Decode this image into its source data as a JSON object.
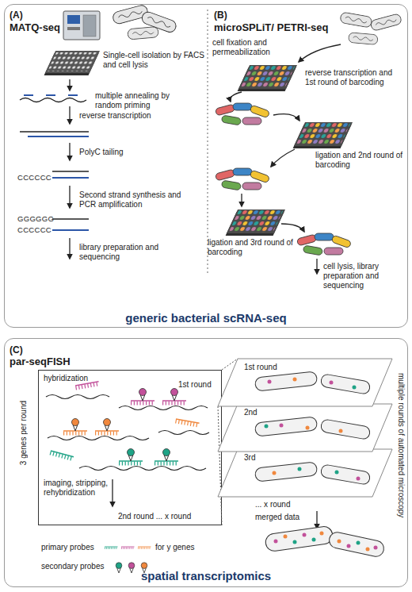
{
  "diagram": {
    "nodes": [
      {
        "text": [
          "generic bacterial scRNA-seq"
        ]
      },
      {
        "text": [
          "spatial transcriptomics"
        ]
      },
      {
        "text": [
          "hybridization",
          "1st round",
          "imaging, stripping, rehybridization",
          "2nd round ... x round"
        ],
        "in": 1
      }
    ],
    "labels": [
      "(A)",
      "MATQ-seq",
      "Single-cell isolation by FACS and cell lysis",
      "multiple annealing by random priming",
      "reverse transcription",
      "PolyC tailing",
      "CCCCCC",
      "Second strand synthesis and PCR amplification",
      "GGGGGG",
      "CCCCCC",
      "library preparation and sequencing",
      "(B)",
      "microSPLiT/ PETRI-seq",
      "cell fixation and permeabilization",
      "reverse transcription and 1st round of barcoding",
      "ligation and 2nd round of barcoding",
      "ligation and 3rd round of barcoding",
      "cell lysis, library preparation and sequencing",
      "(C)",
      "par-seqFISH",
      "3 genes per round",
      "primary probes",
      "for y genes",
      "secondary probes",
      "1st round",
      "2nd",
      "3rd",
      "... x round",
      "merged data",
      "multiple rounds of automated microscopy"
    ]
  }
}
